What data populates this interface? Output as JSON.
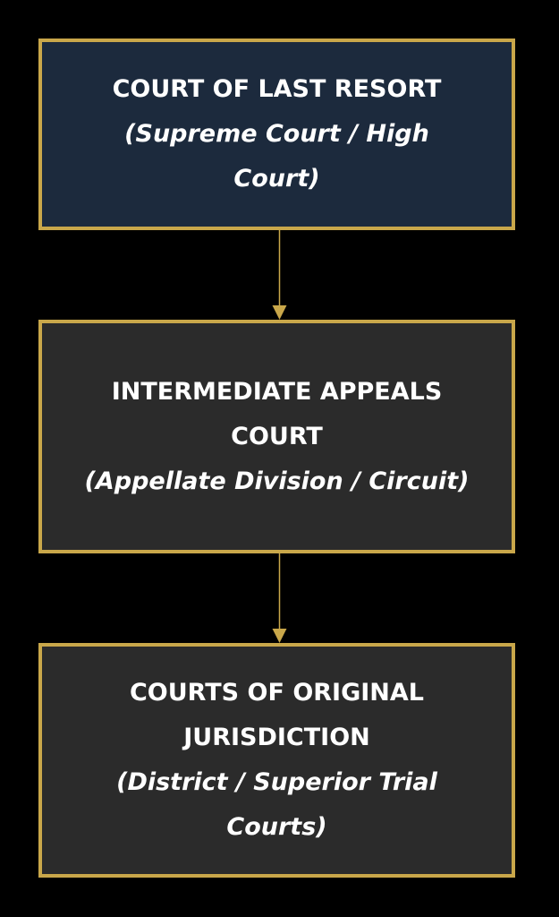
{
  "diagram": {
    "nodes": [
      {
        "id": "last-resort",
        "title": "COURT OF LAST RESORT",
        "subtitle": "(Supreme Court / High Court)",
        "fill": "#1c2a3d"
      },
      {
        "id": "intermediate",
        "title": "INTERMEDIATE APPEALS COURT",
        "subtitle": "(Appellate Division / Circuit)",
        "fill": "#2b2b2b"
      },
      {
        "id": "original",
        "title": "COURTS OF ORIGINAL JURISDICTION",
        "subtitle": "(District / Superior Trial Courts)",
        "fill": "#2b2b2b"
      }
    ],
    "edges": [
      {
        "from": "last-resort",
        "to": "intermediate"
      },
      {
        "from": "intermediate",
        "to": "original"
      }
    ],
    "colors": {
      "background": "#000000",
      "border": "#c9a74a",
      "arrow": "#c9a74a",
      "text": "#ffffff"
    }
  }
}
